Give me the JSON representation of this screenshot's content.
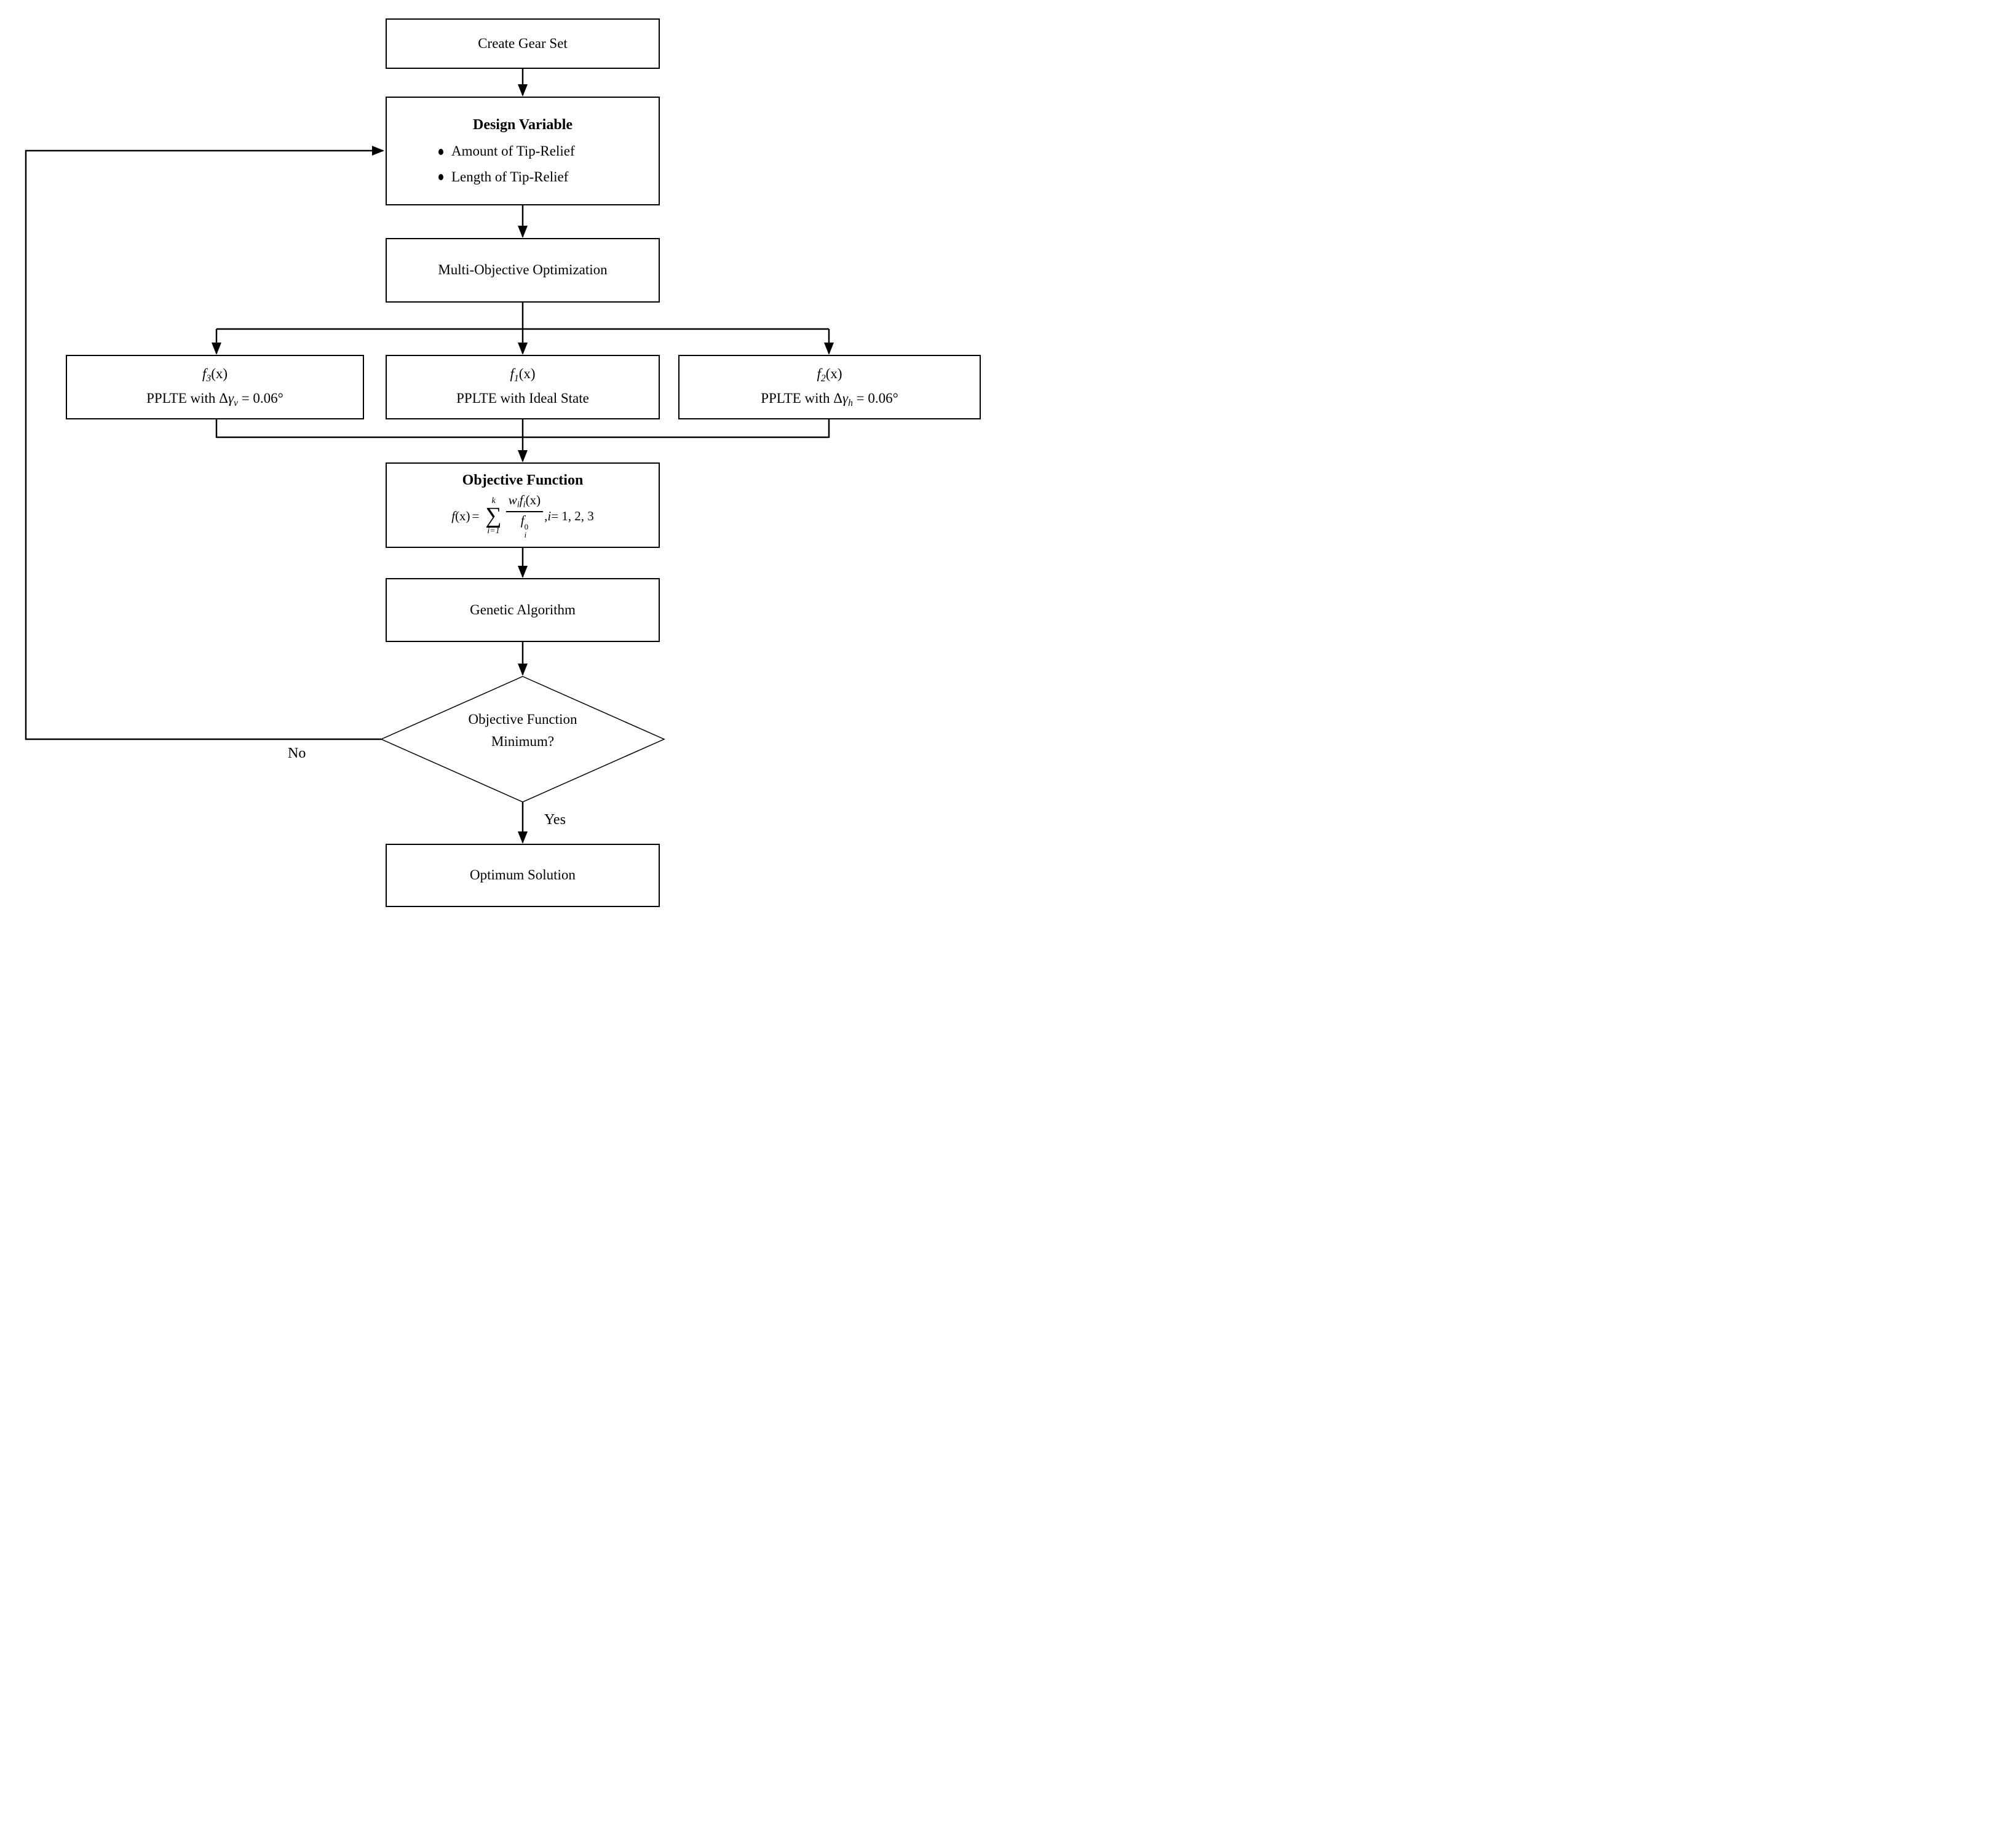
{
  "diagram": {
    "nodes": {
      "create_gear_set": {
        "label": "Create Gear Set"
      },
      "design_variable": {
        "title": "Design Variable",
        "bullets": [
          "Amount of Tip-Relief",
          "Length of Tip-Relief"
        ]
      },
      "multi_objective": {
        "label": "Multi-Objective Optimization"
      },
      "f_boxes": [
        {
          "func_name": "f",
          "func_sub": "3",
          "func_args": "(x)",
          "desc_pre": "PPLTE with Δ",
          "desc_gamma": "γ",
          "desc_gamma_sub": "v",
          "desc_post": " = 0.06°"
        },
        {
          "func_name": "f",
          "func_sub": "1",
          "func_args": "(x)",
          "desc_pre": "PPLTE with ",
          "desc_gamma": "",
          "desc_gamma_sub": "",
          "desc_post": "Ideal State"
        },
        {
          "func_name": "f",
          "func_sub": "2",
          "func_args": "(x)",
          "desc_pre": "PPLTE with Δ",
          "desc_gamma": "γ",
          "desc_gamma_sub": "h",
          "desc_post": " = 0.06°"
        }
      ],
      "objective_function": {
        "title": "Objective Function",
        "formula": {
          "lhs_f": "f",
          "lhs_args": "(x)",
          "equals": "=",
          "sigma_top": "k",
          "sigma": "∑",
          "sigma_bottom": "i=1",
          "num_w": "w",
          "num_w_sub": "i",
          "num_f": "f",
          "num_f_sub": "i",
          "num_args": "(x)",
          "den_f": "f",
          "den_sup": "0",
          "den_sub": "i",
          "tail_pre": ",  ",
          "tail_i": "i",
          "tail_post": " = 1,  2,  3"
        }
      },
      "genetic_algorithm": {
        "label": "Genetic Algorithm"
      },
      "decision": {
        "line1": "Objective Function",
        "line2": "Minimum?"
      },
      "optimum_solution": {
        "label": "Optimum Solution"
      }
    },
    "edge_labels": {
      "no": "No",
      "yes": "Yes"
    }
  }
}
